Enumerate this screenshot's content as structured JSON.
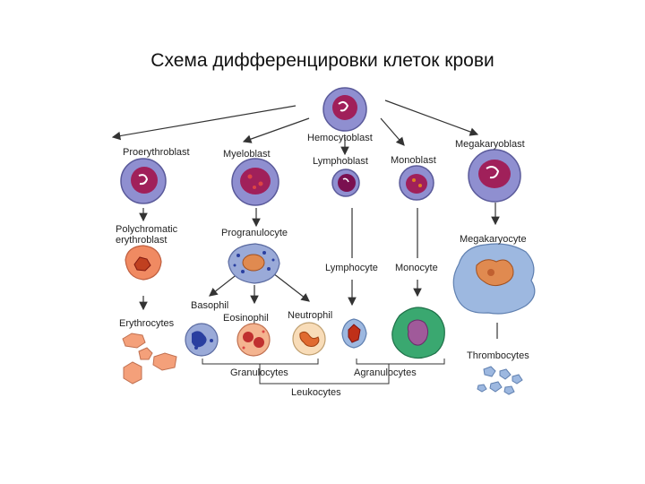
{
  "title": "Схема дифференцировки клеток крови",
  "labels": {
    "hemocytoblast": "Hemocytoblast",
    "proerythroblast": "Proerythroblast",
    "myeloblast": "Myeloblast",
    "lymphoblast": "Lymphoblast",
    "monoblast": "Monoblast",
    "megakaryoblast": "Megakaryoblast",
    "polychromatic": "Polychromatic\nerythroblast",
    "progranulocyte": "Progranulocyte",
    "megakaryocyte": "Megakaryocyte",
    "lymphocyte": "Lymphocyte",
    "monocyte": "Monocyte",
    "basophil": "Basophil",
    "eosinophil": "Eosinophil",
    "neutrophil": "Neutrophil",
    "erythrocytes": "Erythrocytes",
    "thrombocytes": "Thrombocytes",
    "granulocytes": "Granulocytes",
    "agranulocytes": "Agranulocytes",
    "leukocytes": "Leukocytes"
  },
  "colors": {
    "blast_cytoplasm": "#8f8fd0",
    "blast_nucleus": "#a0205a",
    "erythro_cytoplasm": "#f08a62",
    "erythrocyte": "#f4a07a",
    "granule_blue": "#2a3fa0",
    "monocyte_cytoplasm": "#3aa870",
    "megakaryocyte_cytoplasm": "#9db8e0",
    "line": "#333333"
  }
}
